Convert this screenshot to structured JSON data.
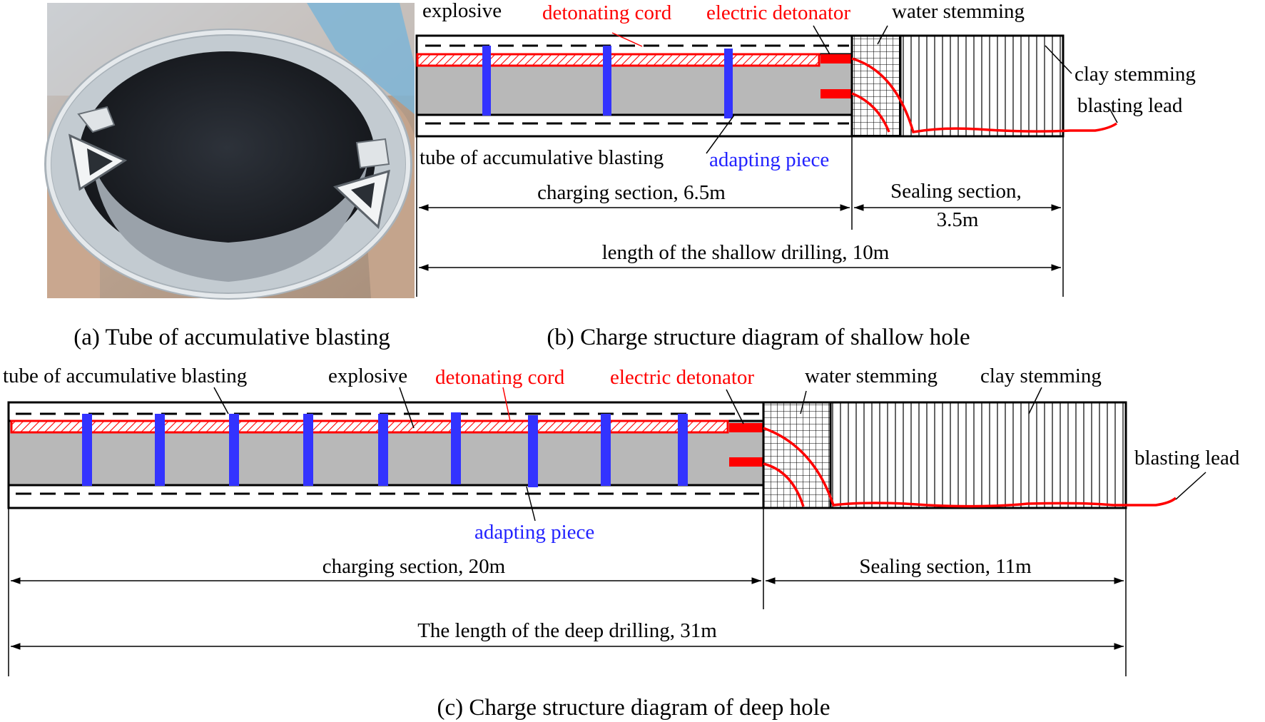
{
  "panel_a": {
    "caption": "(a) Tube of accumulative blasting"
  },
  "panel_b": {
    "caption": "(b) Charge structure diagram of shallow hole",
    "labels": {
      "explosive": "explosive",
      "detonating_cord": "detonating cord",
      "electric_detonator": "electric detonator",
      "water_stemming": "water stemming",
      "clay_stemming": "clay stemming",
      "blasting_lead": "blasting lead",
      "tube": "tube of accumulative blasting",
      "adapting_piece": "adapting piece"
    },
    "dimensions": {
      "charging": "charging section, 6.5m",
      "sealing_line1": "Sealing section,",
      "sealing_line2": "3.5m",
      "total": "length of the shallow drilling, 10m"
    }
  },
  "panel_c": {
    "caption": "(c) Charge structure diagram of deep hole",
    "labels": {
      "tube": "tube of accumulative blasting",
      "explosive": "explosive",
      "detonating_cord": "detonating cord",
      "electric_detonator": "electric detonator",
      "water_stemming": "water stemming",
      "clay_stemming": "clay stemming",
      "blasting_lead": "blasting lead",
      "adapting_piece": "adapting piece"
    },
    "dimensions": {
      "charging": "charging section, 20m",
      "sealing": "Sealing section, 11m",
      "total": "The length of the deep drilling, 31m"
    }
  },
  "colors": {
    "explosive": "#b8b8b8",
    "cord": "#ff0000",
    "adapting_piece": "#3333ff",
    "outline": "#000000"
  }
}
